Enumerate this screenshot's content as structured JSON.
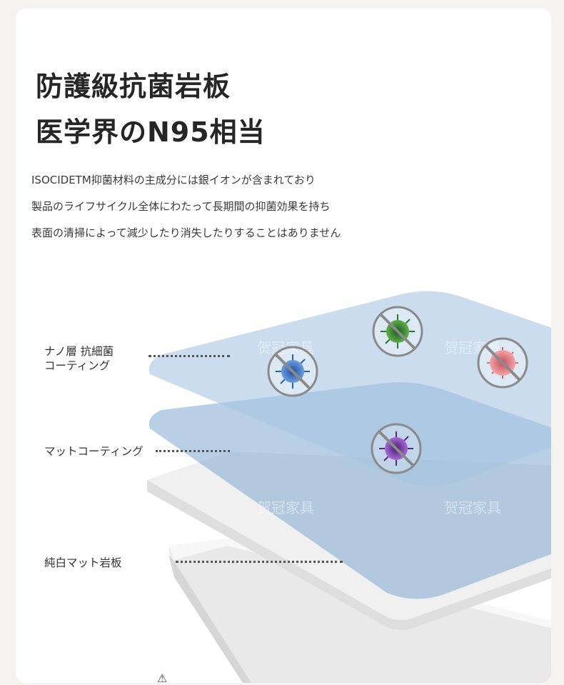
{
  "headline": {
    "line1": "防護級抗菌岩板",
    "line2": "医学界のN95相当"
  },
  "description": [
    "ISOCIDETM抑菌材料の主成分には銀イオンが含まれており",
    "製品のライフサイクル全体にわたって長期間の抑菌効果を持ち",
    "表面の清掃によって減少したり消失したりすることはありません"
  ],
  "layers": {
    "nano_label_1": "ナノ層 抗細菌",
    "nano_label_2": "コーティング",
    "matte_label": "マットコーティング",
    "slab_label": "純白マット岩板"
  },
  "watermark": "贺冠家具",
  "icons": {
    "virus_blue": "virus-icon",
    "virus_green": "virus-icon",
    "virus_pink": "virus-icon",
    "virus_purple": "virus-icon"
  },
  "colors": {
    "title": "#262626",
    "layer_blue": "#a9c7e4",
    "slab_white": "#f2f2f2"
  }
}
